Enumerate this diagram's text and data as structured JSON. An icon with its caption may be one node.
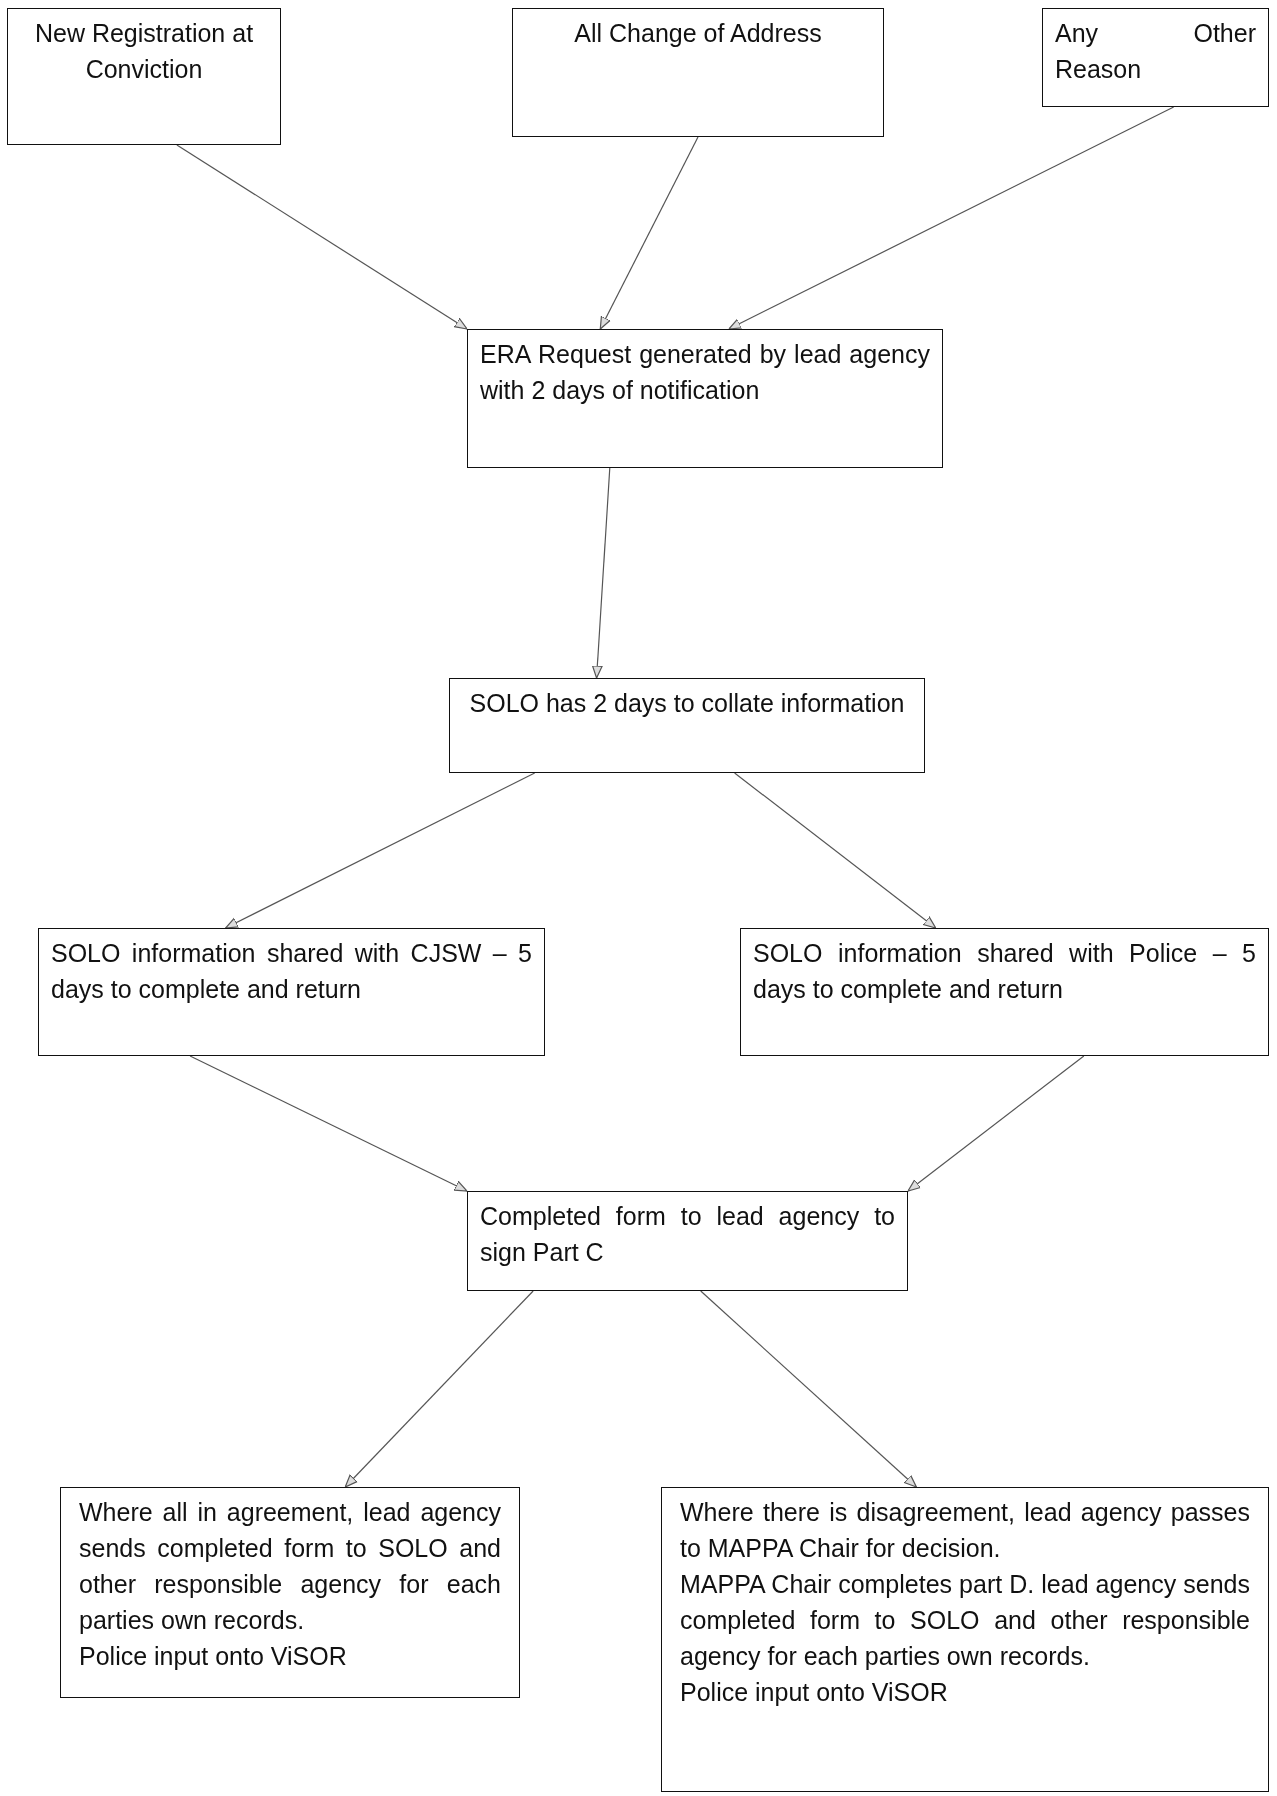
{
  "diagram": {
    "nodes": [
      {
        "text": [
          "New Registration at Conviction"
        ]
      },
      {
        "text": [
          "All Change of Address"
        ]
      },
      {
        "text": [
          "Any Other Reason"
        ]
      },
      {
        "text": [
          "ERA Request generated by lead agency with 2 days of notification"
        ]
      },
      {
        "text": [
          "SOLO has 2 days to collate information"
        ]
      },
      {
        "text": [
          "SOLO information shared with CJSW – 5 days to complete and return"
        ]
      },
      {
        "text": [
          "SOLO information shared with Police – 5 days to complete and return"
        ]
      },
      {
        "text": [
          "Completed form to lead agency to sign Part C"
        ]
      },
      {
        "text": [
          "Where all in agreement, lead agency sends completed form to SOLO and other responsible agency for each parties own records.",
          "Police input onto ViSOR"
        ]
      },
      {
        "text": [
          "Where there is disagreement, lead agency passes to MAPPA Chair for decision.",
          "MAPPA Chair completes part D. lead agency sends completed form to SOLO and other responsible agency for each parties own records.",
          "Police input onto ViSOR"
        ]
      }
    ],
    "edges": [
      {
        "from": 0,
        "to": 3,
        "arrow": "to"
      },
      {
        "from": 1,
        "to": 3,
        "arrow": "to"
      },
      {
        "from": 2,
        "to": 3,
        "arrow": "to"
      },
      {
        "from": 3,
        "to": 4,
        "arrow": "to"
      },
      {
        "from": 4,
        "to": 5,
        "arrow": "to"
      },
      {
        "from": 4,
        "to": 6,
        "arrow": "to"
      },
      {
        "from": 5,
        "to": 7,
        "arrow": "to"
      },
      {
        "from": 6,
        "to": 7,
        "arrow": "to"
      },
      {
        "from": 7,
        "to": 8,
        "arrow": "to"
      },
      {
        "from": 7,
        "to": 9,
        "arrow": "to"
      }
    ]
  }
}
